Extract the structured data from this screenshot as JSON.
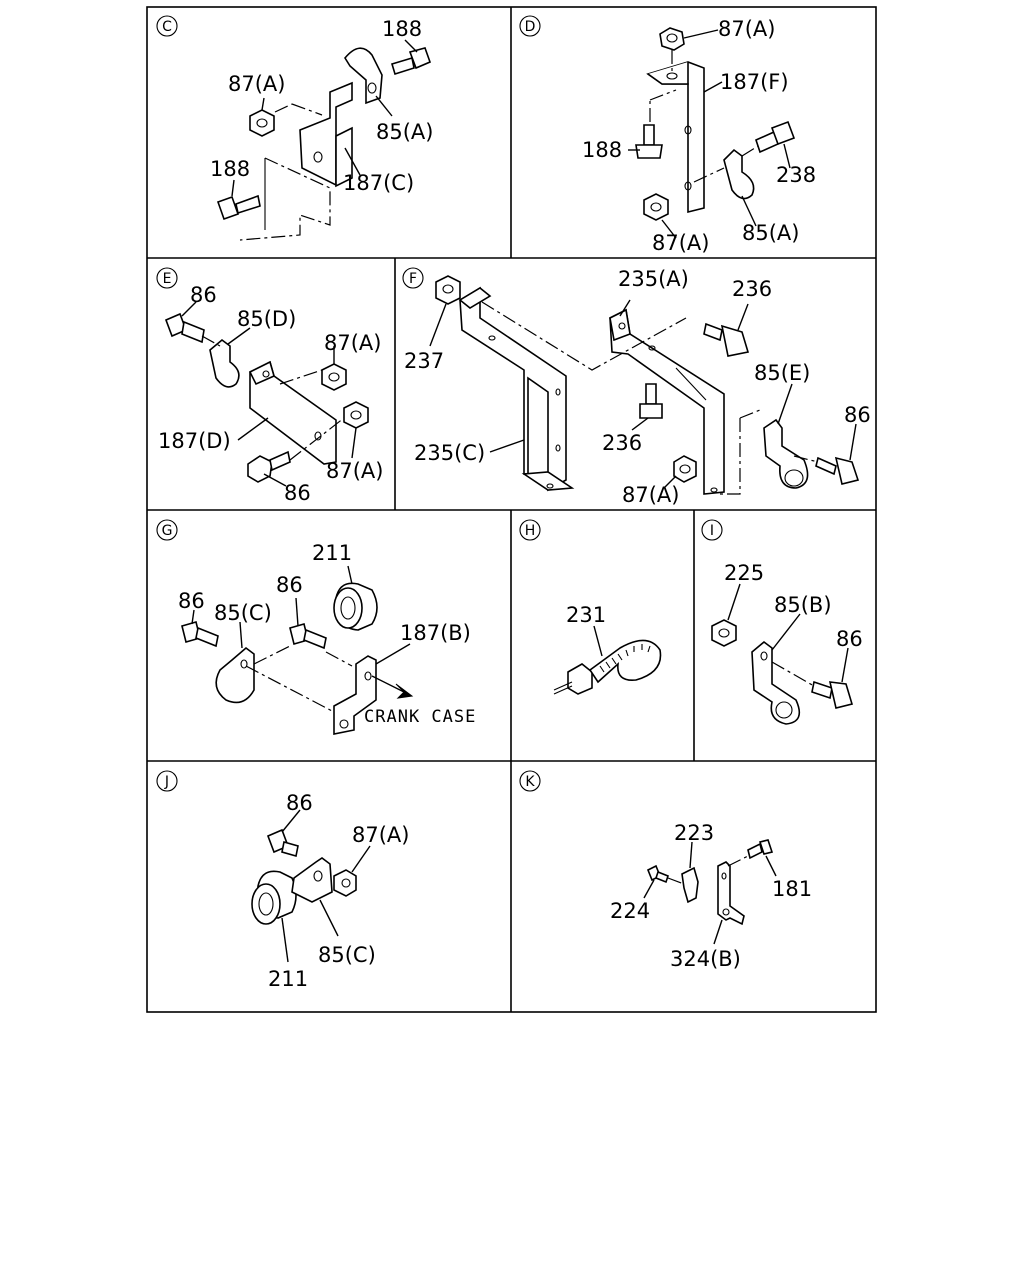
{
  "panels": {
    "C": {
      "letter": "C",
      "labels": [
        "188",
        "87(A)",
        "85(A)",
        "188",
        "187(C)"
      ]
    },
    "D": {
      "letter": "D",
      "labels": [
        "87(A)",
        "187(F)",
        "188",
        "238",
        "87(A)",
        "85(A)"
      ]
    },
    "E": {
      "letter": "E",
      "labels": [
        "86",
        "85(D)",
        "87(A)",
        "187(D)",
        "87(A)",
        "86"
      ]
    },
    "F": {
      "letter": "F",
      "labels": [
        "235(A)",
        "236",
        "237",
        "85(E)",
        "86",
        "235(C)",
        "236",
        "87(A)"
      ]
    },
    "G": {
      "letter": "G",
      "labels": [
        "211",
        "86",
        "86",
        "85(C)",
        "187(B)"
      ],
      "note": "CRANK CASE"
    },
    "H": {
      "letter": "H",
      "labels": [
        "231"
      ]
    },
    "I": {
      "letter": "I",
      "labels": [
        "225",
        "85(B)",
        "86"
      ]
    },
    "J": {
      "letter": "J",
      "labels": [
        "86",
        "87(A)",
        "85(C)",
        "211"
      ]
    },
    "K": {
      "letter": "K",
      "labels": [
        "223",
        "181",
        "224",
        "324(B)"
      ]
    }
  }
}
